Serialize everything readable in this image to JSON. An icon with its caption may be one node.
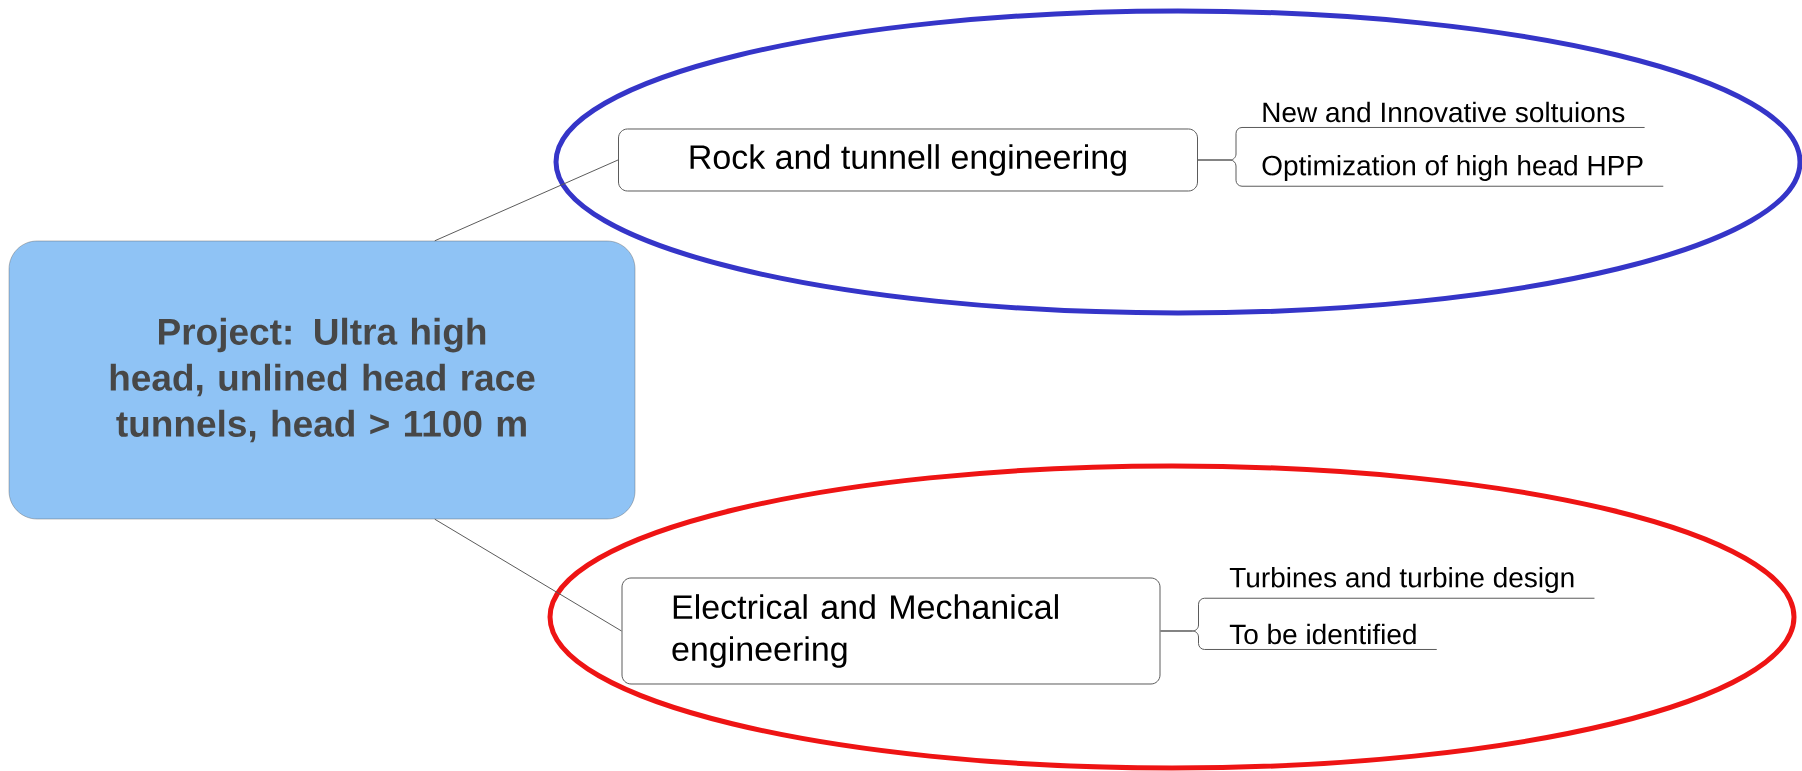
{
  "diagram": {
    "nodes": [
      {
        "text": [
          "Project: Ultra high head, unlined head race tunnels, head > 1100 m"
        ]
      },
      {
        "text": [],
        "shape": "ellipse"
      },
      {
        "text": [
          "Rock and tunnell engineering"
        ],
        "in": 1
      },
      {
        "text": [
          "New and Innovative soltuions"
        ],
        "in": 1
      },
      {
        "text": [
          "Optimization of high head HPP"
        ],
        "in": 1
      },
      {
        "text": [],
        "shape": "ellipse"
      },
      {
        "text": [
          "Electrical and Mechanical engineering"
        ],
        "in": 5
      },
      {
        "text": [
          "Turbines and turbine design"
        ],
        "in": 5
      },
      {
        "text": [
          "To be identified"
        ],
        "in": 5
      }
    ],
    "edges": [
      {
        "from": 0,
        "to": 2,
        "arrow": "none"
      },
      {
        "from": 2,
        "to": 3,
        "arrow": "none"
      },
      {
        "from": 2,
        "to": 4,
        "arrow": "none"
      },
      {
        "from": 0,
        "to": 6,
        "arrow": "none"
      },
      {
        "from": 6,
        "to": 7,
        "arrow": "none"
      },
      {
        "from": 6,
        "to": 8,
        "arrow": "none"
      }
    ]
  }
}
